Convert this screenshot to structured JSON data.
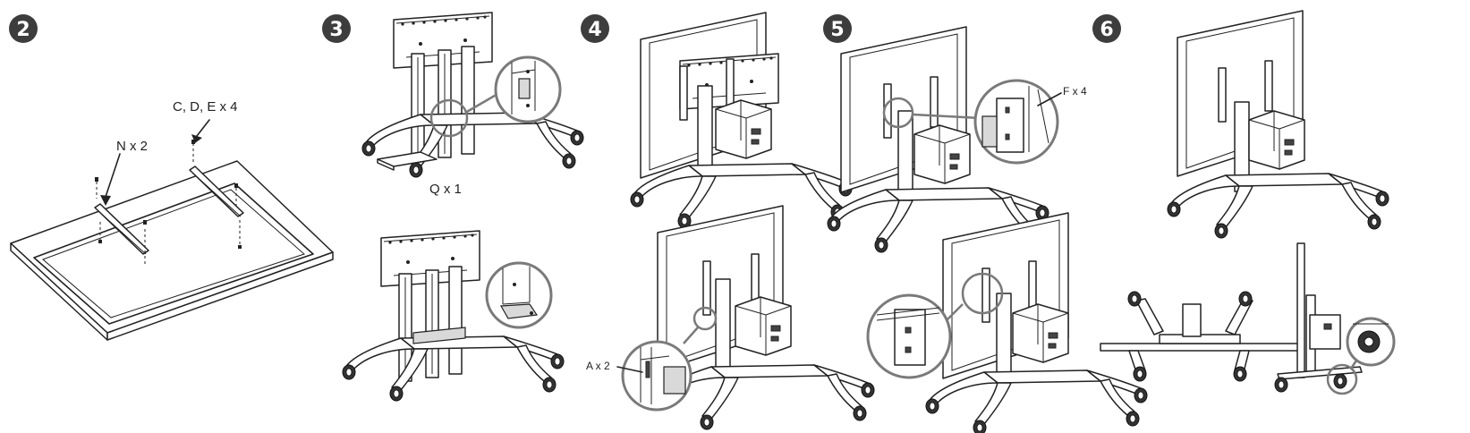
{
  "steps": [
    {
      "number": "2",
      "labels": {
        "n": "N x 2",
        "cde": "C, D, E x 4"
      }
    },
    {
      "number": "3",
      "labels": {
        "q": "Q x 1"
      }
    },
    {
      "number": "4",
      "labels": {
        "a": "A x 2"
      }
    },
    {
      "number": "5",
      "labels": {
        "f": "F x 4"
      }
    },
    {
      "number": "6",
      "labels": {}
    }
  ],
  "colors": {
    "badge": "#3d3d3d",
    "line": "#222222",
    "magnifier": "#7a7a7a"
  }
}
